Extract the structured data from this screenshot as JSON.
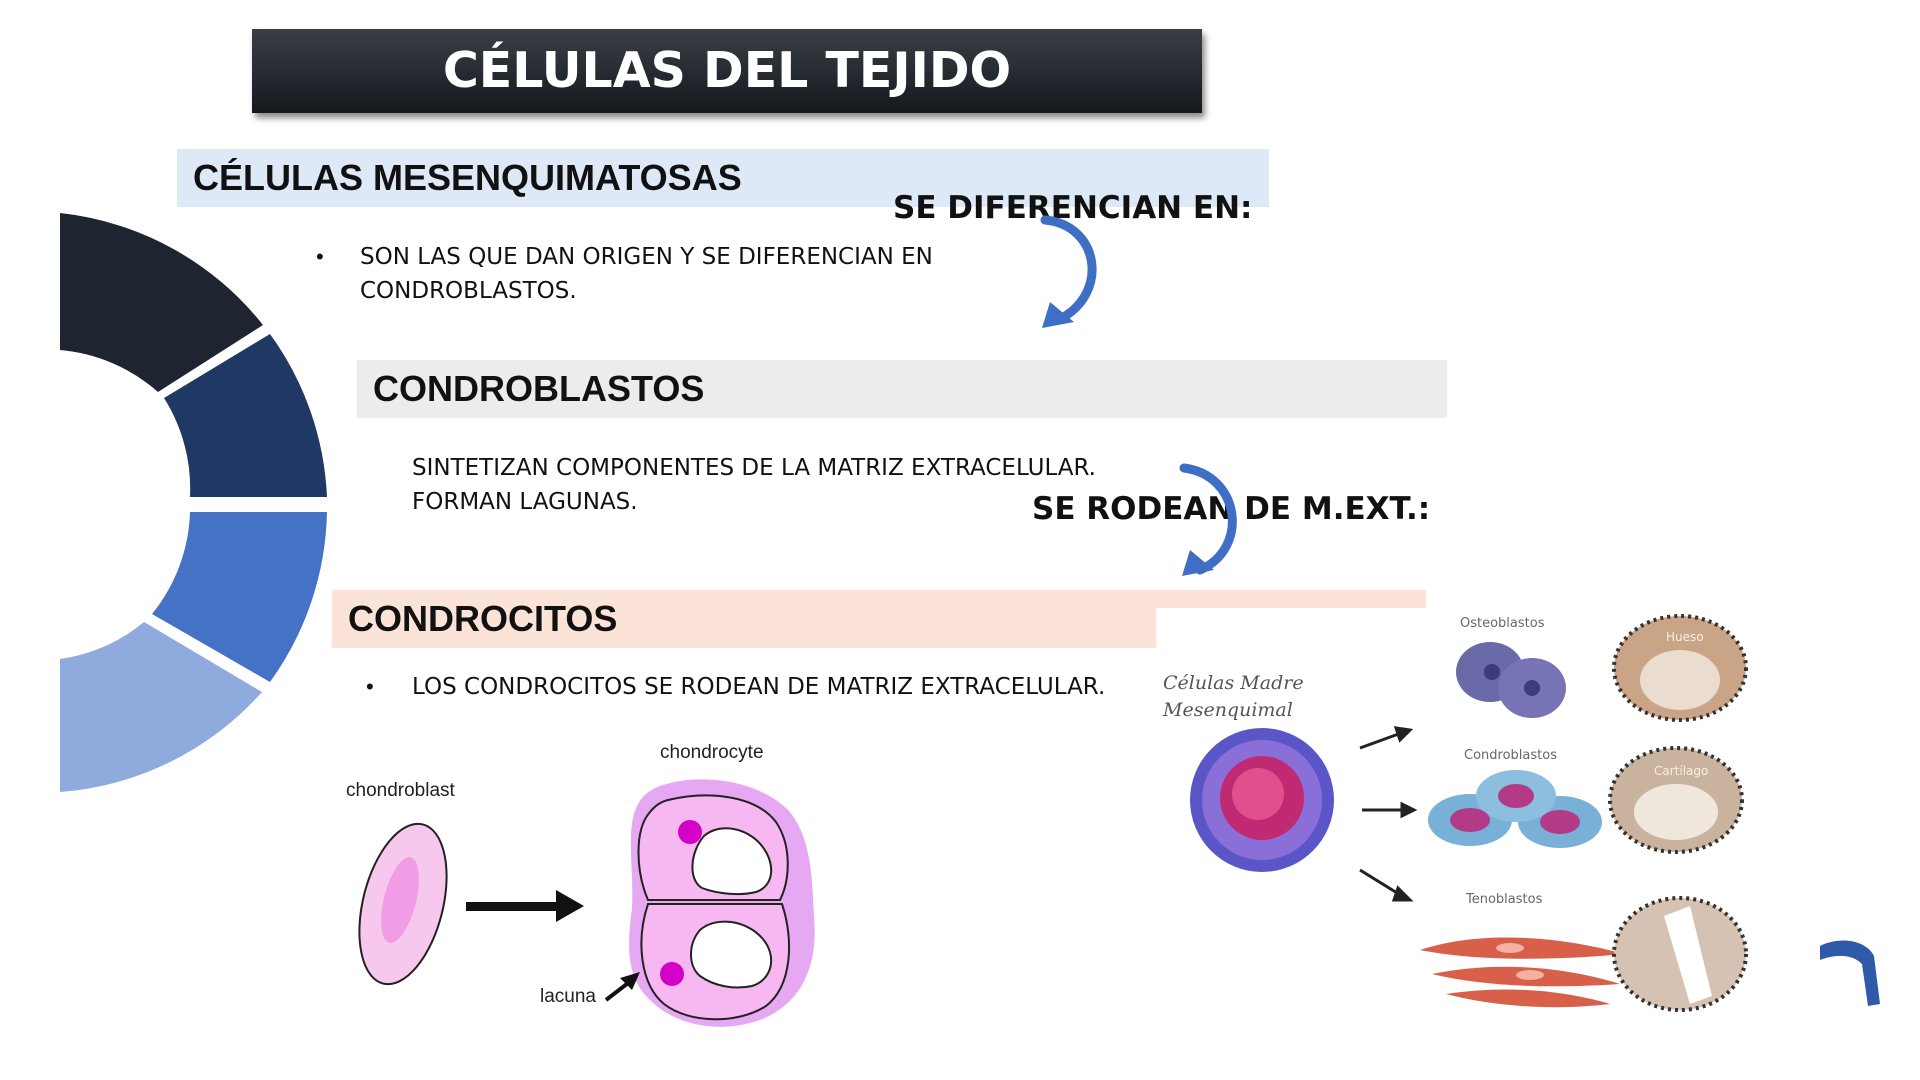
{
  "title": "CÉLULAS DEL TEJIDO CARTILAGINOSO",
  "sections": {
    "mesenquimatosas": {
      "heading": "CÉLULAS MESENQUIMATOSAS",
      "bullet": "•",
      "text_line1": "SON LAS QUE DAN ORIGEN Y SE DIFERENCIAN EN",
      "text_line2": "CONDROBLASTOS."
    },
    "condroblastos": {
      "heading": "CONDROBLASTOS",
      "text_line1": "SINTETIZAN COMPONENTES DE LA MATRIZ EXTRACELULAR.",
      "text_line2": "FORMAN LAGUNAS."
    },
    "condrocitos": {
      "heading": "CONDROCITOS",
      "bullet": "•",
      "text": "LOS CONDROCITOS SE RODEAN DE MATRIZ EXTRACELULAR."
    }
  },
  "transitions": {
    "first": "SE DIFERENCIAN EN:",
    "second": "SE RODEAN DE M.EXT.:"
  },
  "diagram": {
    "chondroblast": "chondroblast",
    "chondrocyte": "chondrocyte",
    "lacuna": "lacuna"
  },
  "stem_cell_figure": {
    "source_line1": "Células Madre",
    "source_line2": "Mesenquimal",
    "row1": "Osteoblastos",
    "row2": "Condroblastos",
    "row3": "Tenoblastos",
    "tissue1": "Hueso",
    "tissue2": "Cartílago"
  },
  "colors": {
    "ring": [
      "#1e2530",
      "#1f3864",
      "#4472c4",
      "#8faadc"
    ],
    "arrow_blue": "#3f6fc4"
  }
}
